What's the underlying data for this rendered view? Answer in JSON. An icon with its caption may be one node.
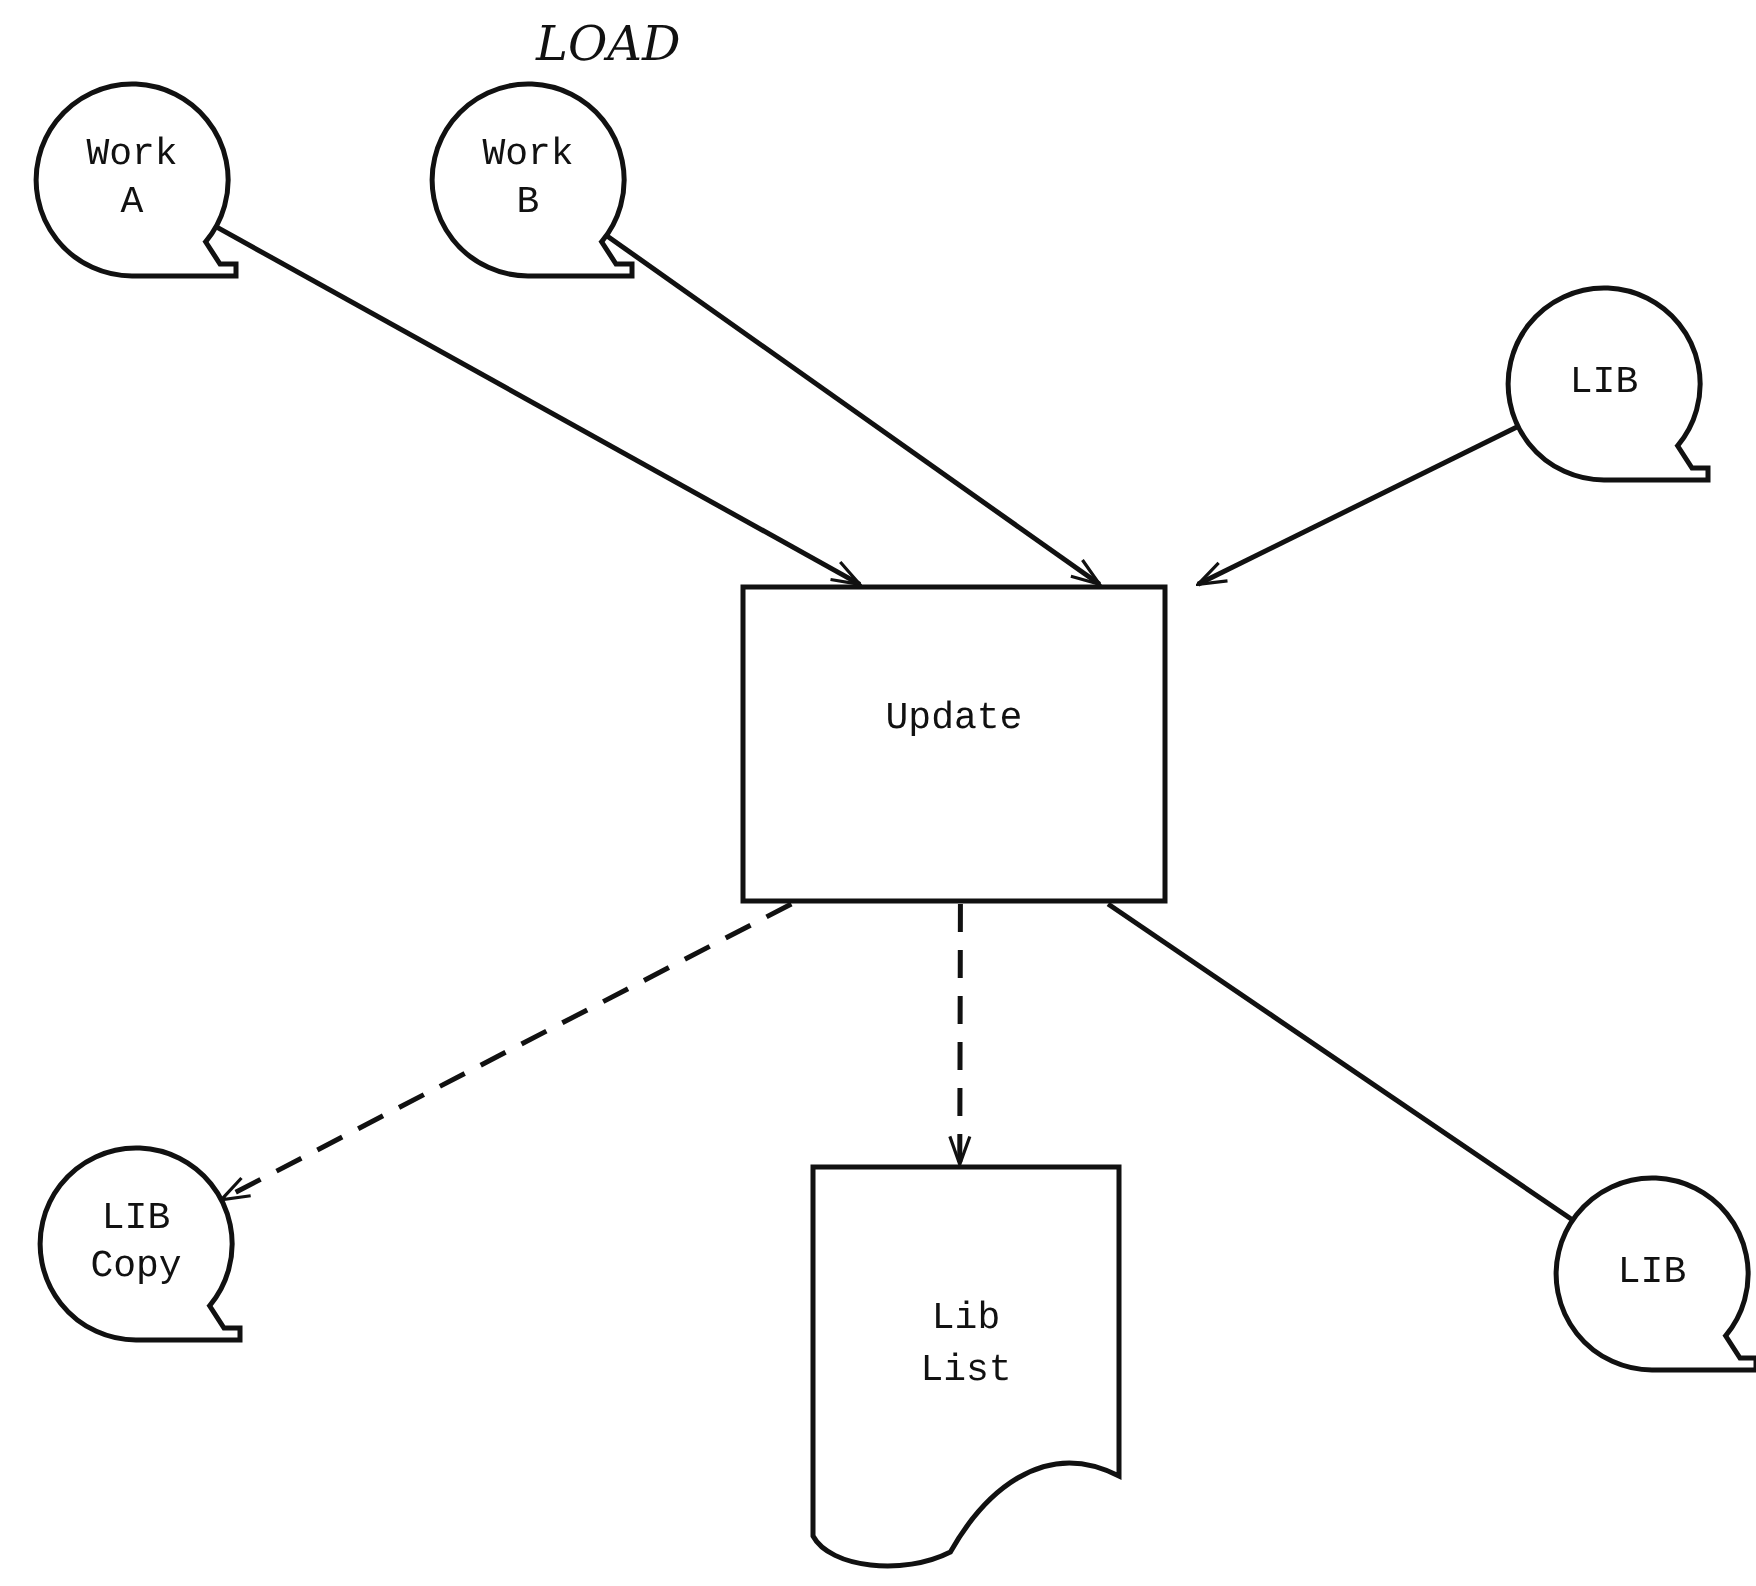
{
  "diagram": {
    "nodes": [
      {
        "text": [
          "Work A"
        ]
      },
      {
        "text": [
          "Work B"
        ],
        "beside": [
          "LOAD"
        ]
      },
      {
        "text": [
          "LIB"
        ]
      },
      {
        "text": [
          "Update"
        ]
      },
      {
        "text": [
          "LIB Copy"
        ]
      },
      {
        "text": [
          "Lib List"
        ]
      },
      {
        "text": [
          "LIB"
        ]
      }
    ],
    "edges": [
      {
        "from": 0,
        "to": 3,
        "arrow": "to"
      },
      {
        "from": 1,
        "to": 3,
        "arrow": "to"
      },
      {
        "from": 2,
        "to": 3,
        "arrow": "to"
      },
      {
        "from": 3,
        "to": 4,
        "arrow": "to",
        "style": "dashed"
      },
      {
        "from": 3,
        "to": 5,
        "arrow": "to",
        "style": "dashed"
      },
      {
        "from": 3,
        "to": 6,
        "arrow": "none"
      }
    ]
  }
}
